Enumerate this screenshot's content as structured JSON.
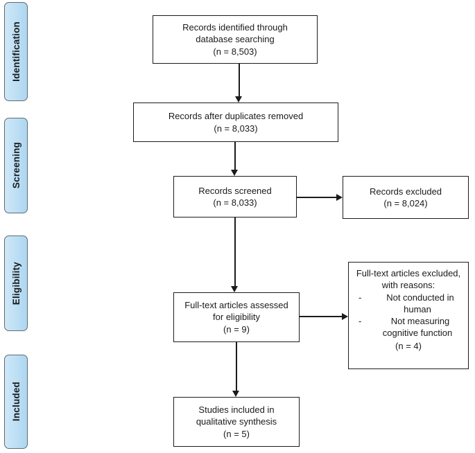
{
  "diagram": {
    "type": "prisma-flow-diagram",
    "stages": [
      {
        "id": "identification",
        "label": "Identification"
      },
      {
        "id": "screening",
        "label": "Screening"
      },
      {
        "id": "eligibility",
        "label": "Eligibility"
      },
      {
        "id": "included",
        "label": "Included"
      }
    ],
    "boxes": {
      "identified": {
        "line1": "Records identified through",
        "line2": "database searching",
        "line3": "(n = 8,503)"
      },
      "duplicates_removed": {
        "line1": "Records after duplicates removed",
        "line2": "(n = 8,033)"
      },
      "screened": {
        "line1": "Records screened",
        "line2": "(n = 8,033)"
      },
      "excluded": {
        "line1": "Records excluded",
        "line2": "(n = 8,024)"
      },
      "fulltext_assessed": {
        "line1": "Full-text articles assessed",
        "line2": "for eligibility",
        "line3": "(n = 9)"
      },
      "fulltext_excluded": {
        "head1": "Full-text articles excluded,",
        "head2": "with reasons:",
        "dash": "-",
        "reason1_line1": "Not conducted in",
        "reason1_line2": "human",
        "reason2_line1": "Not measuring",
        "reason2_line2": "cognitive function",
        "count": "(n = 4)"
      },
      "included_studies": {
        "line1": "Studies included in",
        "line2": "qualitative synthesis",
        "line3": "(n = 5)"
      }
    },
    "colors": {
      "stage_fill_light": "#cfe8f7",
      "stage_fill_dark": "#aed6f0",
      "stage_border": "#5f6a72",
      "box_border": "#1b1b1b",
      "box_fill": "#ffffff",
      "text": "#1a1a1a"
    }
  }
}
